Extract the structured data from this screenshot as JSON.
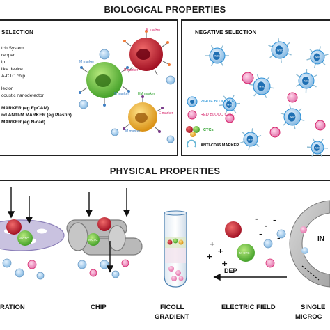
{
  "titles": {
    "biological": "BIOLOGICAL PROPERTIES",
    "physical": "PHYSICAL PROPERTIES"
  },
  "positive": {
    "heading": "SELECTION",
    "items": [
      "tch System",
      "repper",
      "ip",
      "like device",
      "A-CTC chip",
      "",
      "lector",
      "coustic nanodetector",
      "",
      "MARKER (eg EpCAM)",
      "nd ANTI-M MARKER (eg Plastin)",
      "MARKER (eg N-cad)"
    ],
    "labels": {
      "e_marker_top": "E marker",
      "m_marker_left": "M marker",
      "e_marker_mid": "E marker",
      "m_marker_mid": "M marker",
      "em_marker": "EM marker",
      "e_marker_low": "E marker",
      "m_marker_low": "M marker"
    }
  },
  "negative": {
    "heading": "NEGATIVE SELECTION",
    "legend": {
      "wbc": "WHITE BLOOD CELL",
      "rbc": "RED BLOOD CELL",
      "ctc": "CTCs",
      "cd45": "ANTI-CD45 MARKER"
    },
    "cell_text": {
      "wbc": "WBC",
      "cd45": "CD45"
    }
  },
  "physical": {
    "labels": {
      "filtration": "RATION",
      "chip": "CHIP",
      "ficoll_line1": "FICOLL",
      "ficoll_line2": "GRADIENT",
      "electric": "ELECTRIC FIELD",
      "inertial_line1": "SINGLE",
      "inertial_line2": "MICROC"
    },
    "cell_text": {
      "mctc": "M-CTC",
      "dep": "DEP",
      "inertial": "IN"
    }
  },
  "colors": {
    "border": "#222222",
    "wbc": "#2a8fd6",
    "rbc": "#d6246a",
    "ctc_green": "#5cbf3a",
    "ctc_red": "#c8102e",
    "ctc_yellow": "#f0b41e",
    "chip_grey": "#b9b9b9",
    "ellipse_fill": "#c9c2e0",
    "marker_text": "#7a3a8a",
    "legend_wbc": "#1e8fd6",
    "legend_rbc": "#d6246a",
    "legend_ctc": "#2aa02a"
  },
  "icons": [
    "arrow-down-icon",
    "arrow-left-icon",
    "plus-icon",
    "minus-icon"
  ]
}
